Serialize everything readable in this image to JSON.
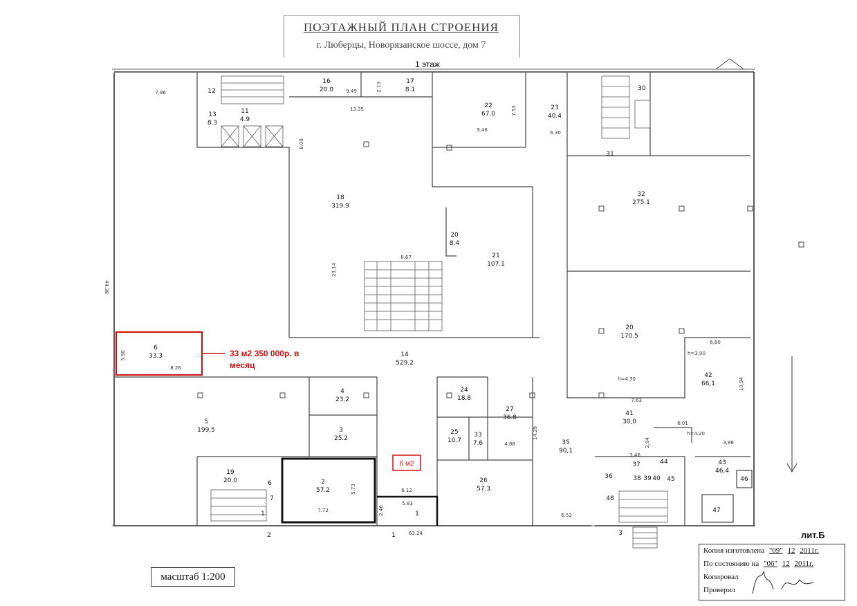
{
  "header": {
    "title": "ПОЭТАЖНЫЙ ПЛАН СТРОЕНИЯ",
    "address": "г. Люберцы, Новорязанское шоссе, дом 7",
    "floor": "1 этаж"
  },
  "building_letter": "лит.Б",
  "scale": "масштаб 1:200",
  "stamp": {
    "copy_label": "Копия изготовлена",
    "copy_day": "\"09\"",
    "copy_month": "12",
    "copy_year": "2011г.",
    "state_label": "По состоянию на",
    "state_day": "\"06\"",
    "state_month": "12",
    "state_year": "2011г.",
    "copied_label": "Копировал",
    "checked_label": "Проверил"
  },
  "rooms": [
    {
      "id": "r1",
      "num": "6",
      "area": "33.3"
    },
    {
      "id": "r2",
      "num": "5",
      "area": "199,5"
    },
    {
      "id": "r3",
      "num": "4",
      "area": "23.2"
    },
    {
      "id": "r4",
      "num": "3",
      "area": "25.2"
    },
    {
      "id": "r5",
      "num": "2",
      "area": "57.2"
    },
    {
      "id": "r6",
      "num": "19",
      "area": "20.0"
    },
    {
      "id": "r7",
      "num": "14",
      "area": "529.2"
    },
    {
      "id": "r8",
      "num": "18",
      "area": "319.9"
    },
    {
      "id": "r9",
      "num": "16",
      "area": "20.0"
    },
    {
      "id": "r10",
      "num": "17",
      "area": "8.1"
    },
    {
      "id": "r11",
      "num": "22",
      "area": "67.0"
    },
    {
      "id": "r12",
      "num": "23",
      "area": "40.4"
    },
    {
      "id": "r13",
      "num": "13",
      "area": "8.3"
    },
    {
      "id": "r14",
      "num": "11",
      "area": "4.9"
    },
    {
      "id": "r15",
      "num": "20",
      "area": "8.4"
    },
    {
      "id": "r16",
      "num": "21",
      "area": "107.1"
    },
    {
      "id": "r17",
      "num": "32",
      "area": "275.1"
    },
    {
      "id": "r18",
      "num": "20",
      "area": "170.5"
    },
    {
      "id": "r19",
      "num": "42",
      "area": "66,1"
    },
    {
      "id": "r20",
      "num": "41",
      "area": "30,0"
    },
    {
      "id": "r21",
      "num": "24",
      "area": "18.8"
    },
    {
      "id": "r22",
      "num": "25",
      "area": "10.7"
    },
    {
      "id": "r23",
      "num": "33",
      "area": "7.6"
    },
    {
      "id": "r24",
      "num": "27",
      "area": "36.8"
    },
    {
      "id": "r25",
      "num": "26",
      "area": "57.3"
    },
    {
      "id": "r26",
      "num": "35",
      "area": "90,1"
    },
    {
      "id": "r27",
      "num": "43",
      "area": "46,4"
    }
  ],
  "room_numbers": [
    {
      "id": "n1",
      "num": "12"
    },
    {
      "id": "n2",
      "num": "30"
    },
    {
      "id": "n3",
      "num": "31"
    },
    {
      "id": "n4",
      "num": "37"
    },
    {
      "id": "n5",
      "num": "36"
    },
    {
      "id": "n6",
      "num": "38"
    },
    {
      "id": "n7",
      "num": "39"
    },
    {
      "id": "n8",
      "num": "40"
    },
    {
      "id": "n9",
      "num": "45"
    },
    {
      "id": "n10",
      "num": "46"
    },
    {
      "id": "n11",
      "num": "47"
    },
    {
      "id": "n12",
      "num": "48"
    },
    {
      "id": "n13",
      "num": "44"
    },
    {
      "id": "n14",
      "num": "6"
    },
    {
      "id": "n15",
      "num": "7"
    },
    {
      "id": "n16",
      "num": "1"
    },
    {
      "id": "n17",
      "num": "1"
    },
    {
      "id": "n18",
      "num": "2"
    },
    {
      "id": "n19",
      "num": "1"
    },
    {
      "id": "n20",
      "num": "3"
    }
  ],
  "dimensions": [
    {
      "id": "d1",
      "text": "7,96"
    },
    {
      "id": "d2",
      "text": "9.49"
    },
    {
      "id": "d3",
      "text": "2.13"
    },
    {
      "id": "d4",
      "text": "13.35"
    },
    {
      "id": "d5",
      "text": "9.46"
    },
    {
      "id": "d6",
      "text": "7.53"
    },
    {
      "id": "d7",
      "text": "6.30"
    },
    {
      "id": "d8",
      "text": "8.00"
    },
    {
      "id": "d9",
      "text": "23.14"
    },
    {
      "id": "d10",
      "text": "8.67"
    },
    {
      "id": "d11",
      "text": "44.38"
    },
    {
      "id": "d12",
      "text": "3.90"
    },
    {
      "id": "d13",
      "text": "8.26"
    },
    {
      "id": "d14",
      "text": "5.73"
    },
    {
      "id": "d15",
      "text": "7.72"
    },
    {
      "id": "d16",
      "text": "2.46"
    },
    {
      "id": "d17",
      "text": "6.12"
    },
    {
      "id": "d18",
      "text": "5.83"
    },
    {
      "id": "d19",
      "text": "63.24"
    },
    {
      "id": "d20",
      "text": "4.88"
    },
    {
      "id": "d21",
      "text": "14.29"
    },
    {
      "id": "d22",
      "text": "6.52"
    },
    {
      "id": "d23",
      "text": "6,80"
    },
    {
      "id": "d24",
      "text": "h=3,00"
    },
    {
      "id": "d25",
      "text": "h=4.30"
    },
    {
      "id": "d26",
      "text": "7,63"
    },
    {
      "id": "d27",
      "text": "10,94"
    },
    {
      "id": "d28",
      "text": "6,01"
    },
    {
      "id": "d29",
      "text": "2,94"
    },
    {
      "id": "d30",
      "text": "h=4.20"
    },
    {
      "id": "d31",
      "text": "3,86"
    },
    {
      "id": "d32",
      "text": "3,46"
    }
  ],
  "annotations": {
    "main_line1": "33 м2 350 000р. в",
    "main_line2": "месяц",
    "small": "6 м2",
    "color": "#d01010"
  }
}
